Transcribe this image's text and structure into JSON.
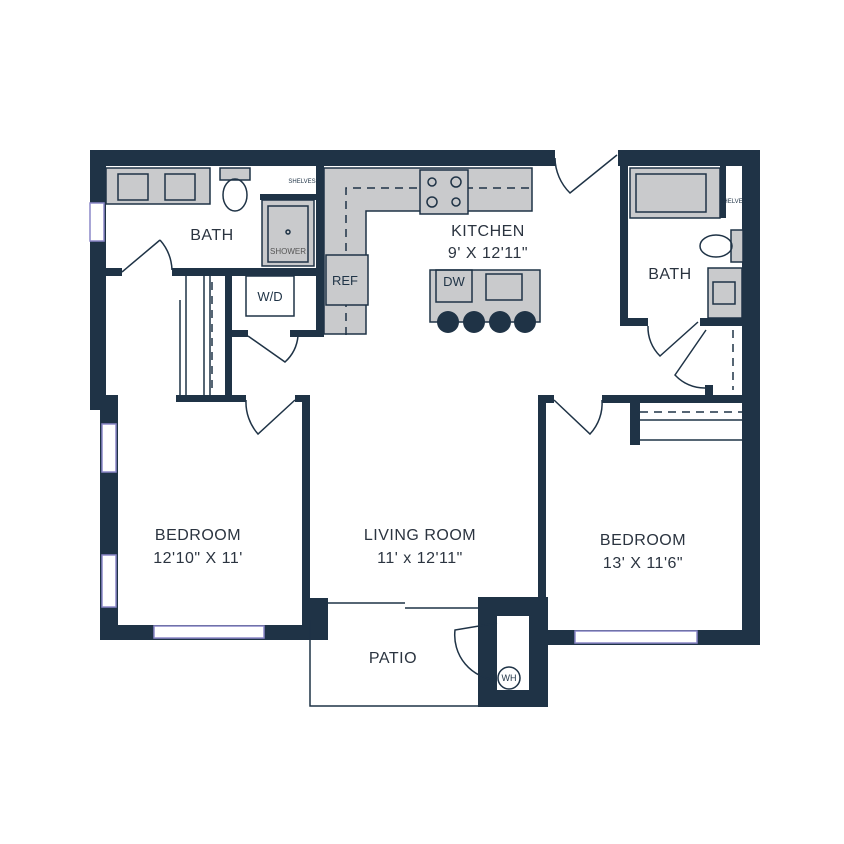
{
  "colors": {
    "wall": "#1f3346",
    "fixture": "#c9cacc",
    "window": "#8c88c8"
  },
  "rooms": {
    "bath_left": {
      "name": "BATH"
    },
    "kitchen": {
      "name": "KITCHEN",
      "dims": "9' X 12'11\""
    },
    "bath_right": {
      "name": "BATH"
    },
    "bedroom_left": {
      "name": "BEDROOM",
      "dims": "12'10\" X 11'"
    },
    "living": {
      "name": "LIVING ROOM",
      "dims": "11' x 12'11\""
    },
    "bedroom_right": {
      "name": "BEDROOM",
      "dims": "13' X 11'6\""
    },
    "patio": {
      "name": "PATIO"
    }
  },
  "fixtures": {
    "shelves_left": "SHELVES",
    "shower": "SHOWER",
    "wd": "W/D",
    "ref": "REF",
    "dw": "DW",
    "shelves_right": "SHELVES",
    "wh": "WH"
  }
}
